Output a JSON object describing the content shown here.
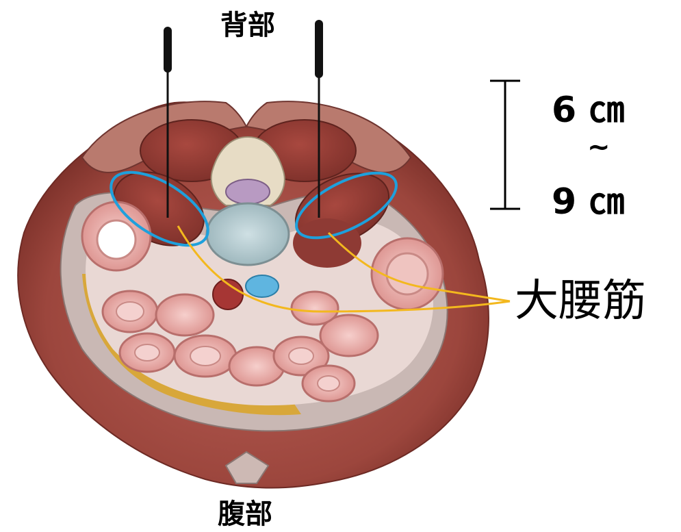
{
  "labels": {
    "back": "背部",
    "abdomen": "腹部",
    "muscle": "大腰筋"
  },
  "depth": {
    "min": "6 ㎝",
    "separator": "~",
    "max": "9 ㎝"
  },
  "colors": {
    "muscle": "#8e3a34",
    "skin": "#a14a41",
    "intestine": "#e8a6a4",
    "highlight_ellipse": "#1ea0dc",
    "leader_line": "#f3b81e",
    "fat": "#d9a52c",
    "disc": "#b7d0d6",
    "bone": "#e7dcc5"
  }
}
